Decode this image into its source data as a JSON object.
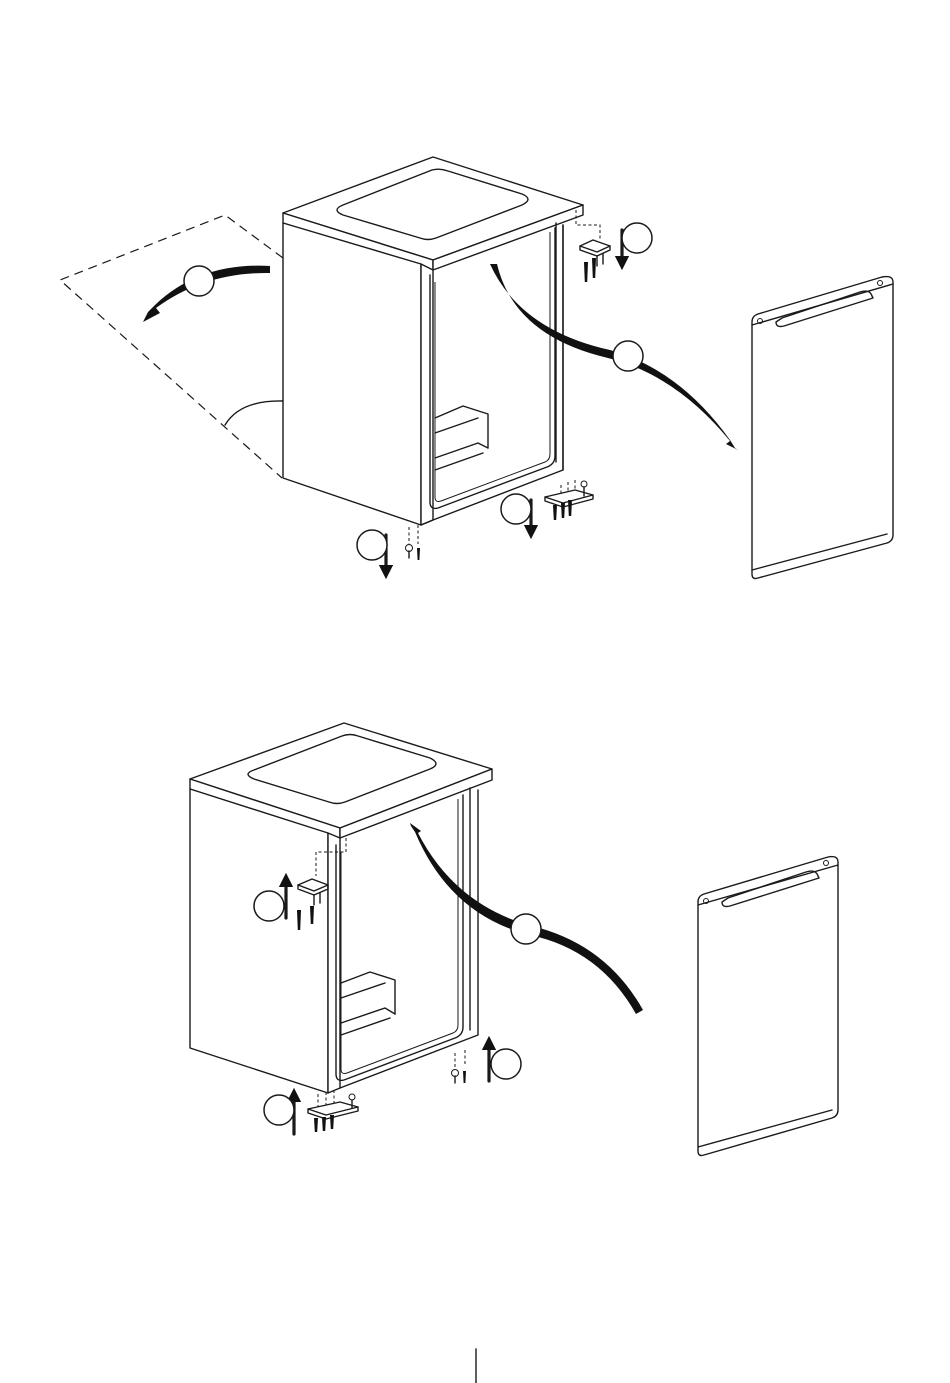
{
  "figure": {
    "steps": [
      {
        "id": "remove",
        "callouts": [
          "open-door",
          "remove-top-hinge",
          "remove-door",
          "remove-lower-hinge",
          "remove-foot"
        ]
      },
      {
        "id": "refit",
        "callouts": [
          "refit-top-hinge",
          "refit-door",
          "refit-foot",
          "refit-lower-hinge"
        ]
      }
    ],
    "page_marker": ""
  },
  "colors": {
    "line": "#1a1a1a",
    "fill": "#ffffff",
    "background": "#ffffff"
  }
}
